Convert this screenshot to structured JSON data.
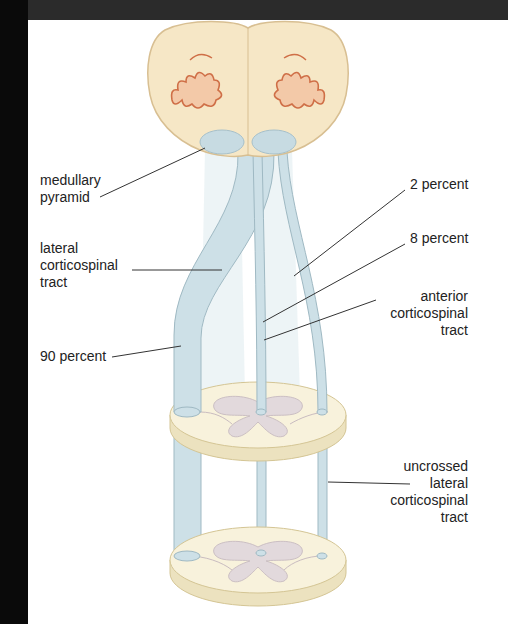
{
  "diagram": {
    "labels": [
      "medullary pyramid",
      "lateral corticospinal tract",
      "90 percent",
      "2 percent",
      "8 percent",
      "anterior corticospinal tract",
      "uncrossed lateral corticospinal tract"
    ]
  }
}
